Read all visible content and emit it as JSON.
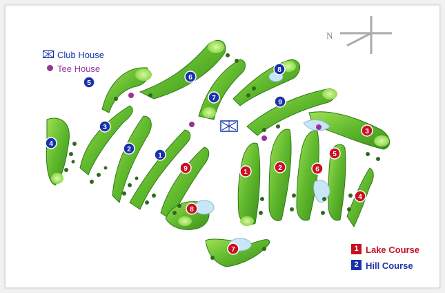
{
  "legend": {
    "club_house": "Club House",
    "tee_house": "Tee House",
    "lake_course": "Lake Course",
    "hill_course": "Hill Course",
    "lake_swatch_number": "1",
    "hill_swatch_number": "2"
  },
  "compass": {
    "north_label": "N"
  },
  "colors": {
    "lake_course": "#c81020",
    "hill_course": "#1a33aa",
    "tee_house": "#993399",
    "fairway": "#5fb82c",
    "fairway_light": "#8fd84a",
    "water": "#c8e6f5",
    "tree": "#2f6a1c"
  },
  "holes": {
    "hill": [
      "1",
      "2",
      "3",
      "4",
      "5",
      "6",
      "7",
      "8",
      "9"
    ],
    "lake": [
      "1",
      "2",
      "3",
      "4",
      "5",
      "6",
      "7",
      "8",
      "9"
    ]
  }
}
